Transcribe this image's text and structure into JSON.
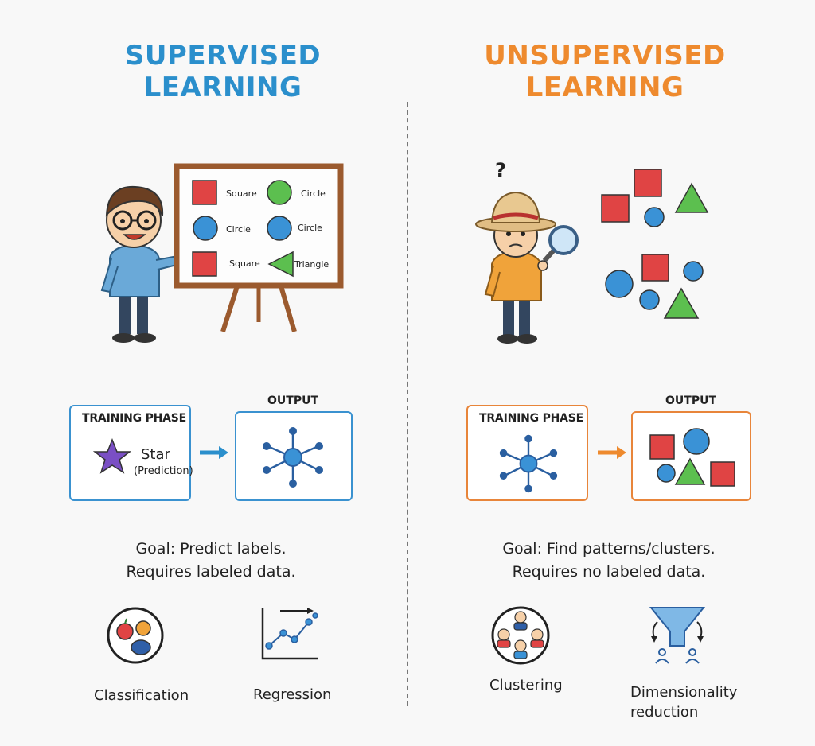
{
  "left": {
    "title_line1": "SUPERVISED",
    "title_line2": "LEARNING",
    "board": {
      "label_square_1": "Square",
      "label_circle_1": "Circle",
      "label_circle_2": "Circle",
      "label_circle_3": "Circle",
      "label_square_2": "Square",
      "label_triangle": "Triangle"
    },
    "training": {
      "label": "TRAINING PHASE",
      "star_label": "Star",
      "star_sublabel": "(Prediction)"
    },
    "output_label": "OUTPUT",
    "goal_line1": "Goal: Predict labels.",
    "goal_line2": "Requires labeled data.",
    "methods": [
      "Classification",
      "Regression"
    ]
  },
  "right": {
    "title_line1": "UNSUPERVISED",
    "title_line2": "LEARNING",
    "question_mark": "?",
    "training": {
      "label": "TRAINING PHASE"
    },
    "output_label": "OUTPUT",
    "goal_line1": "Goal: Find patterns/clusters.",
    "goal_line2": "Requires no labeled data.",
    "methods": [
      "Clustering",
      "Dimensionality",
      "reduction"
    ]
  },
  "colors": {
    "supervised": "#2b8fcc",
    "unsupervised": "#ee8a2e",
    "red": "#e04444",
    "green": "#5cbf4f",
    "blue": "#3a92d6",
    "purple": "#7a4fc4"
  }
}
